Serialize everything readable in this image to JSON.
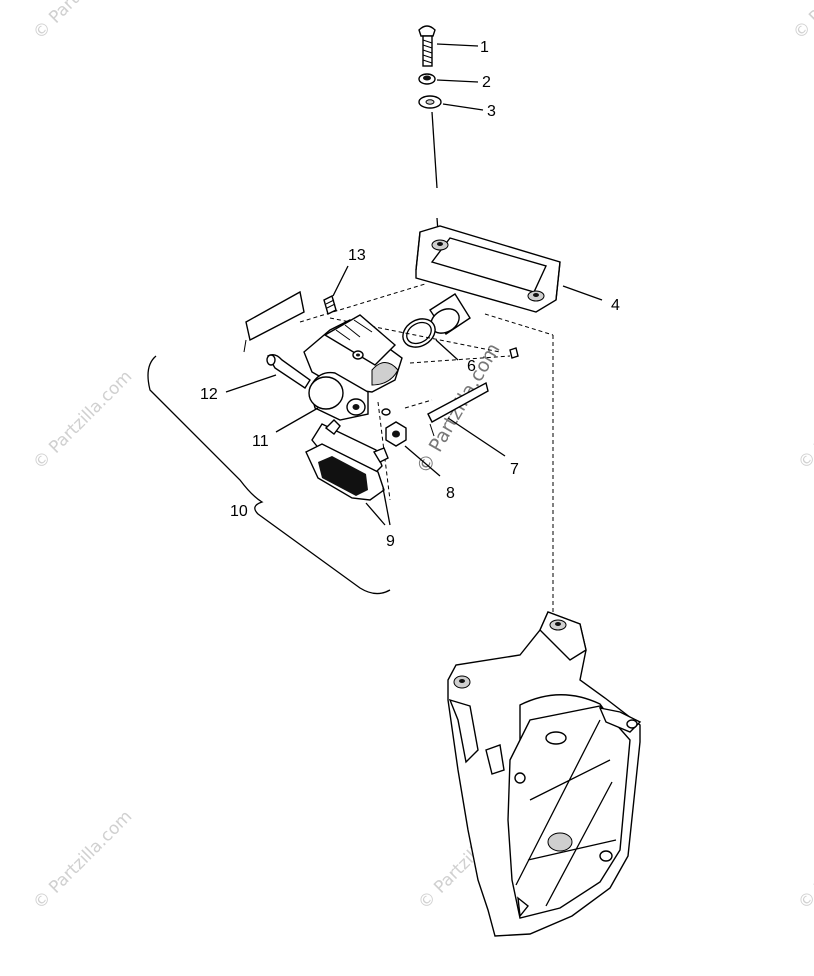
{
  "watermark": {
    "text": "© Partzilla.com",
    "center_text": "© Partzilla.com"
  },
  "callouts": [
    {
      "id": "1",
      "label": "1"
    },
    {
      "id": "2",
      "label": "2"
    },
    {
      "id": "3",
      "label": "3"
    },
    {
      "id": "4",
      "label": "4"
    },
    {
      "id": "6",
      "label": "6"
    },
    {
      "id": "7",
      "label": "7"
    },
    {
      "id": "8",
      "label": "8"
    },
    {
      "id": "9",
      "label": "9"
    },
    {
      "id": "10",
      "label": "10"
    },
    {
      "id": "11",
      "label": "11"
    },
    {
      "id": "12",
      "label": "12"
    },
    {
      "id": "13",
      "label": "13"
    }
  ]
}
